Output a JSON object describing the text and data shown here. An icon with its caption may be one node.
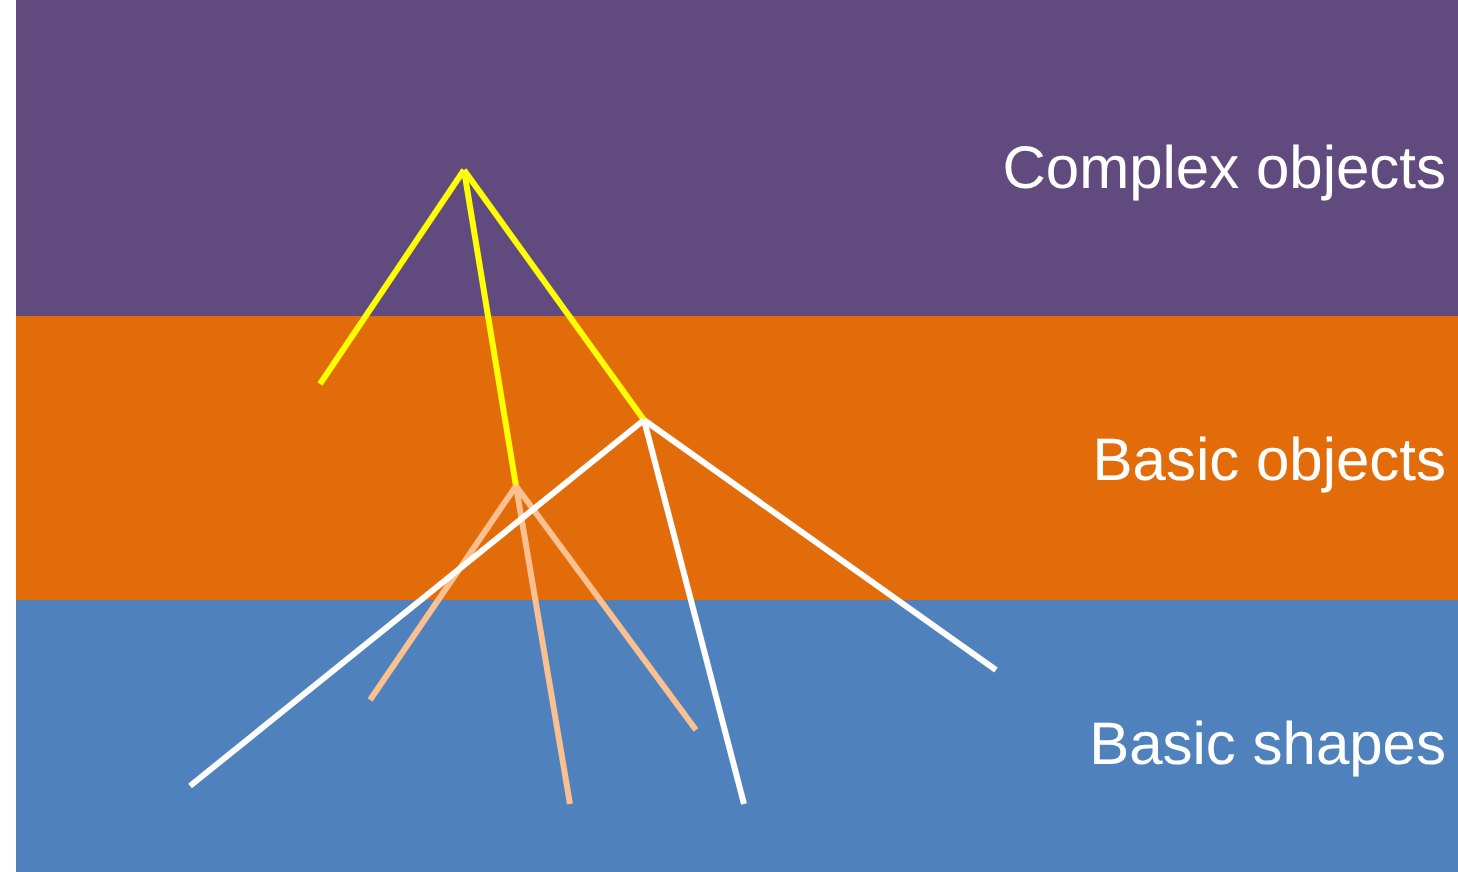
{
  "diagram": {
    "nodes": [
      {
        "text": [
          "Complex objects"
        ]
      },
      {
        "text": [
          "Basic objects"
        ]
      },
      {
        "text": [
          "Basic shapes"
        ]
      }
    ]
  }
}
